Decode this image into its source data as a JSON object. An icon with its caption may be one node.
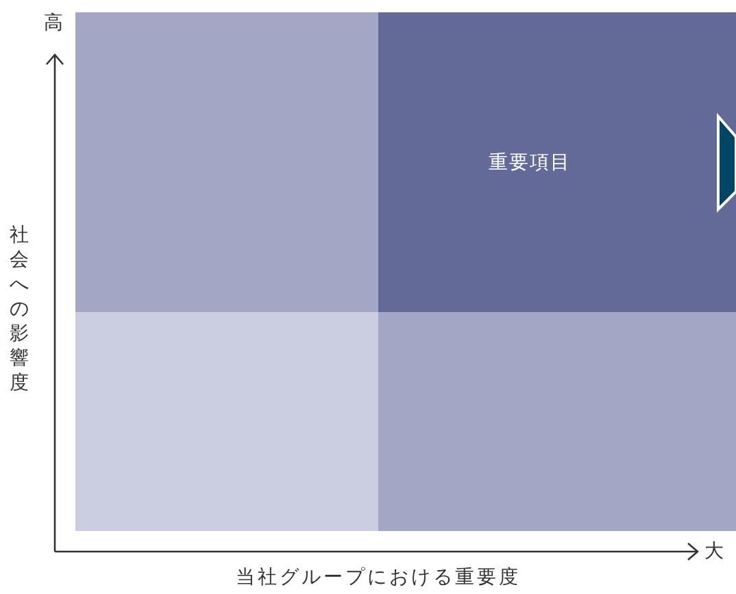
{
  "diagram": {
    "nodes": [
      {
        "text": [],
        "shape": "box"
      },
      {
        "text": [
          "重要項目"
        ]
      },
      {
        "text": [],
        "shape": "box"
      },
      {
        "text": [],
        "shape": "box"
      }
    ],
    "labels": [
      "高",
      "社会への影響度",
      "大",
      "当社グループにおける重要度"
    ]
  }
}
